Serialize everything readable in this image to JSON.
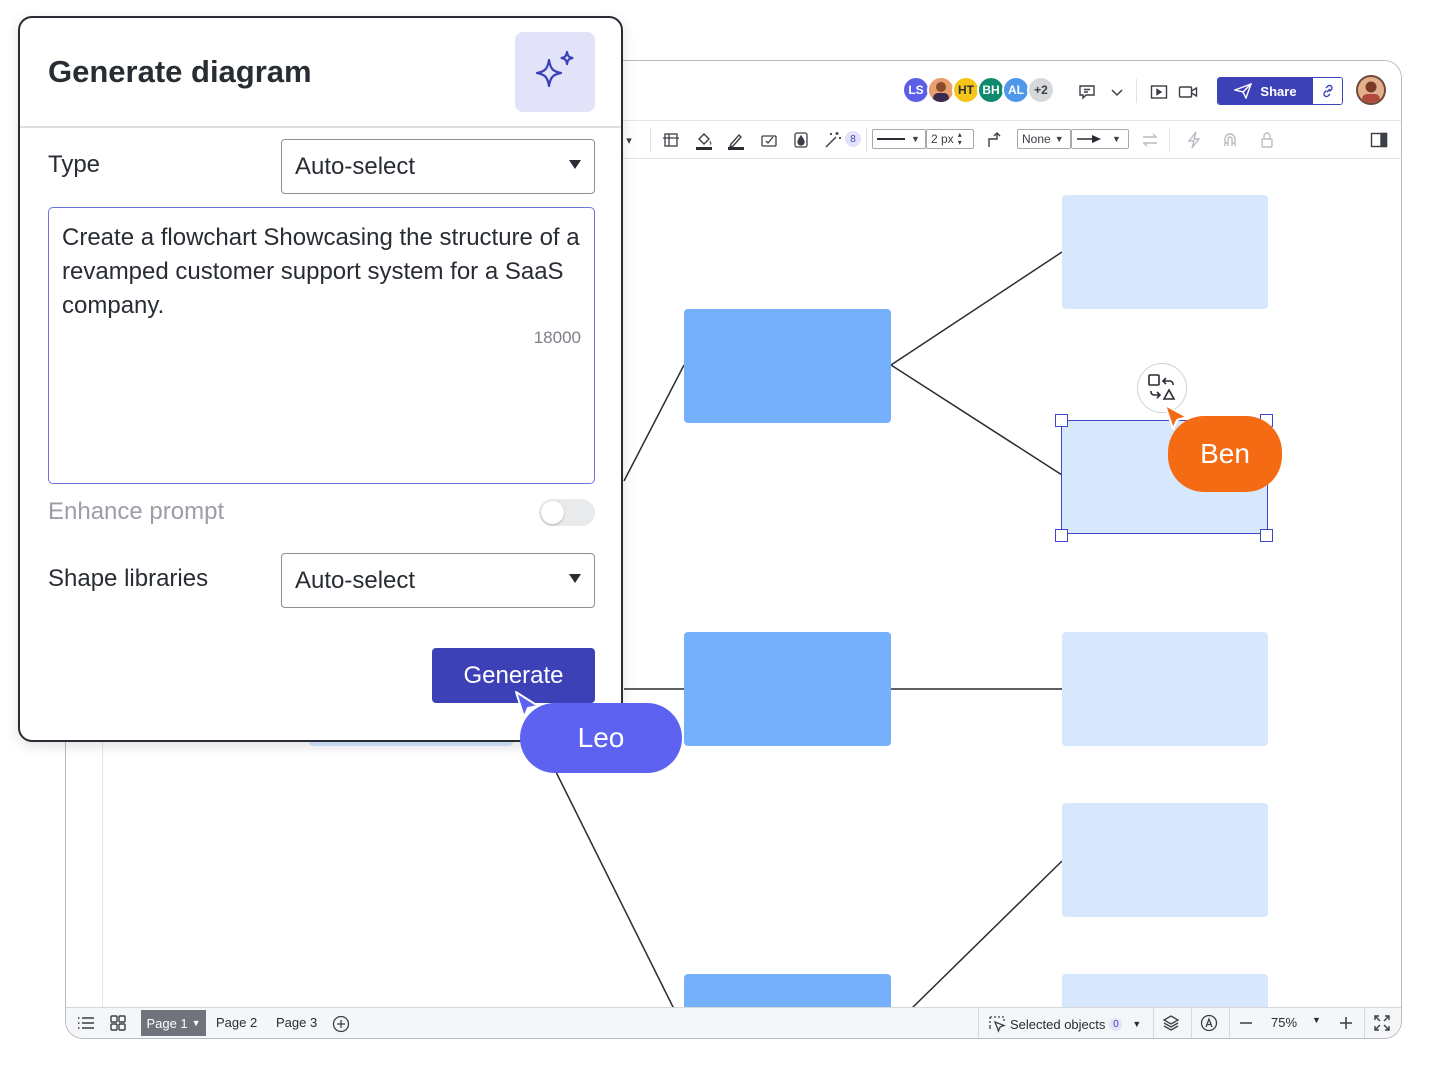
{
  "topbar": {
    "avatars": [
      {
        "initials": "LS",
        "color": "#5b5fe8"
      },
      {
        "initials": "",
        "color": "#d96b7a"
      },
      {
        "initials": "HT",
        "color": "#f5c518"
      },
      {
        "initials": "BH",
        "color": "#0f8a6e"
      },
      {
        "initials": "AL",
        "color": "#4f97e8"
      },
      {
        "initials": "+2",
        "color": "#d6d8dc"
      }
    ],
    "share_label": "Share"
  },
  "toolbar": {
    "badge_count": "8",
    "line_width": "2 px",
    "line_start": "None"
  },
  "dialog": {
    "title": "Generate diagram",
    "type_label": "Type",
    "type_value": "Auto-select",
    "prompt_text": "Create a flowchart Showcasing the structure of a revamped customer support system for a SaaS company.",
    "char_count": "18000",
    "enhance_label": "Enhance prompt",
    "enhance_on": false,
    "shape_libraries_label": "Shape libraries",
    "shape_libraries_value": "Auto-select",
    "generate_label": "Generate"
  },
  "cursors": {
    "leo": {
      "name": "Leo",
      "color": "#5e62f0"
    },
    "ben": {
      "name": "Ben",
      "color": "#f56b14"
    }
  },
  "bottombar": {
    "pages": [
      "Page 1",
      "Page 2",
      "Page 3"
    ],
    "selected_objects_label": "Selected objects",
    "selected_count": "0",
    "zoom": "75%"
  },
  "colors": {
    "accent": "#3d41b8",
    "shape_dark": "#74b0fb",
    "shape_light": "#d7e8fd"
  }
}
